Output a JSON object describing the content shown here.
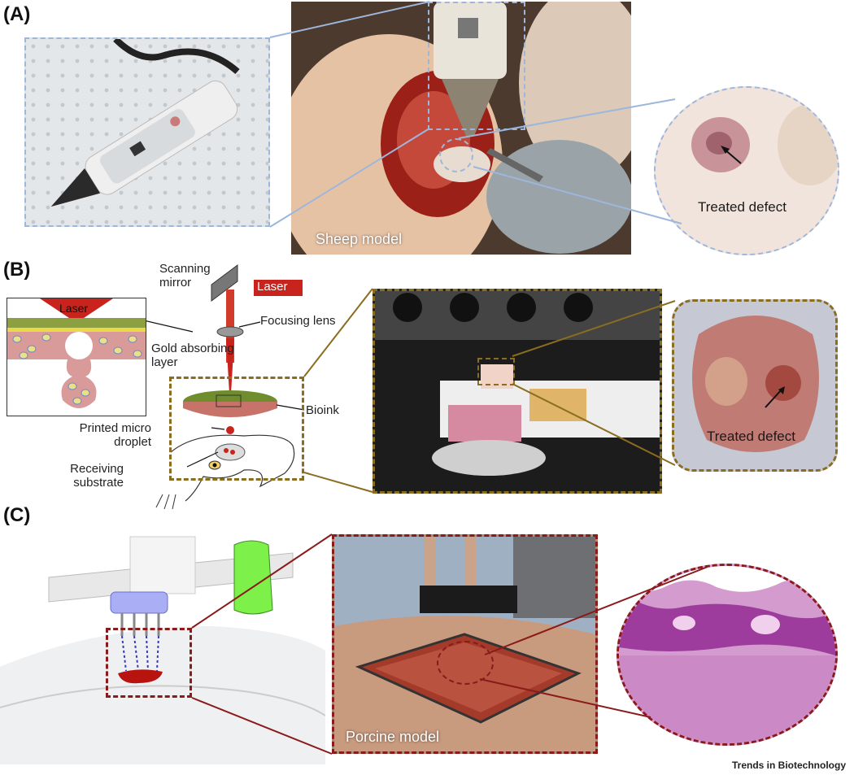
{
  "panels": {
    "a": {
      "letter": "(A)",
      "sheep_label": "Sheep model",
      "defect_label": "Treated defect"
    },
    "b": {
      "letter": "(B)",
      "laser_label": "Laser",
      "laser_label_2": "Laser",
      "scanning_mirror": "Scanning mirror",
      "focusing_lens": "Focusing lens",
      "gold_layer": "Gold absorbing layer",
      "bioink": "Bioink",
      "printed_droplet": "Printed micro droplet",
      "receiving_substrate": "Receiving substrate",
      "defect_label": "Treated defect"
    },
    "c": {
      "letter": "(C)",
      "porcine_label": "Porcine model"
    }
  },
  "footer": "Trends in Biotechnology",
  "colors": {
    "blue_dash": "#9db6dc",
    "gold_dash": "#8a6d1e",
    "red_dash": "#8b1a1a",
    "laser_red": "#c8231c"
  }
}
